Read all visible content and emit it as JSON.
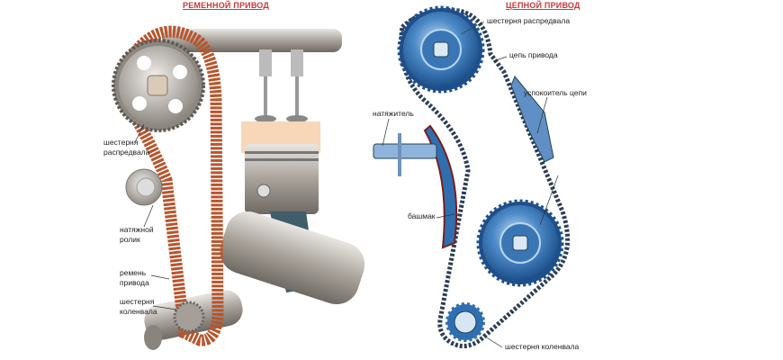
{
  "belt_drive": {
    "title": "РЕМЕННОЙ ПРИВОД",
    "labels": {
      "cam_gear": "шестерня распредвала",
      "tension_roller": "натяжной ролик",
      "drive_belt": "ремень привода",
      "crank_gear": "шестерня коленвала"
    }
  },
  "chain_drive": {
    "title": "ЦЕПНОЙ ПРИВОД",
    "labels": {
      "cam_sprocket": "шестерня распредвала",
      "drive_chain": "цепь привода",
      "chain_damper": "успокоитель цепи",
      "tensioner": "натяжитель",
      "shoe": "башмак",
      "crank_sprocket": "шестерня коленвала"
    }
  },
  "colors": {
    "title": "#c8383a",
    "belt": "#b8552c",
    "chain_blue": "#2f6fb0",
    "metal": "#b9b4ad"
  }
}
